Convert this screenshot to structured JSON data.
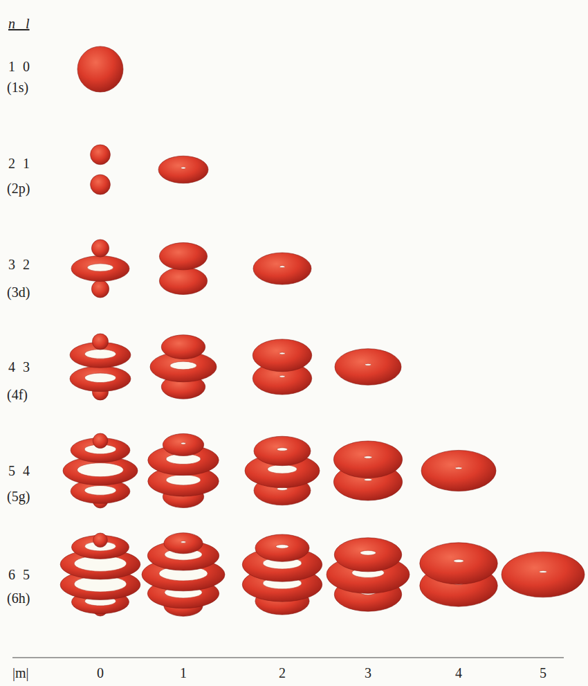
{
  "diagram": {
    "labels": [
      "n l",
      "1 0",
      "(1s)",
      "2 1",
      "(2p)",
      "3 2",
      "(3d)",
      "4 3",
      "(4f)",
      "5 4",
      "(5g)",
      "6 5",
      "(6h)",
      "|m|",
      "0",
      "1",
      "2",
      "3",
      "4",
      "5"
    ]
  }
}
